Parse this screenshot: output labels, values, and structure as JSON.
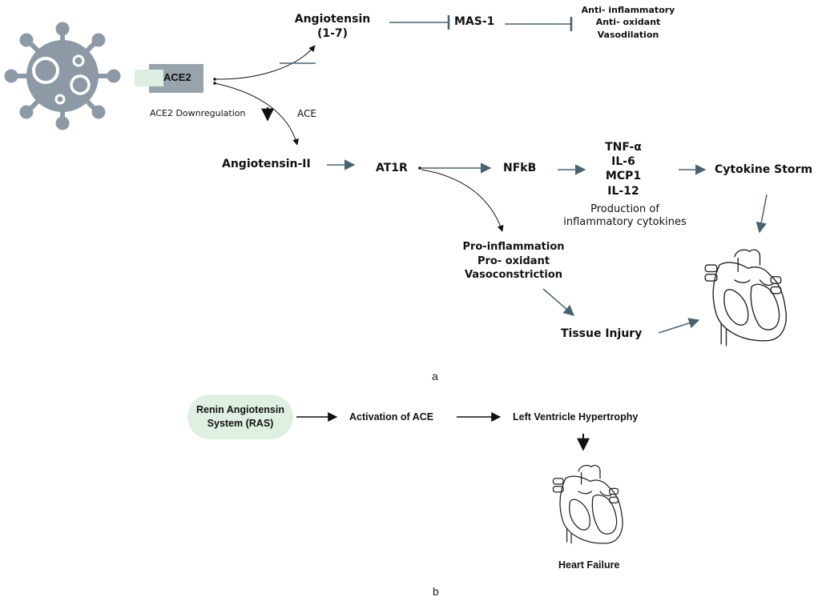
{
  "panel_a": {
    "caption": "a",
    "ace2_label": "ACE2",
    "ace2_downregulation": "ACE2 Downregulation",
    "ace_label": "ACE",
    "angiotensin_1_7": [
      "Angiotensin",
      "(1-7)"
    ],
    "mas1": "MAS-1",
    "mas_effects": [
      "Anti- inflammatory",
      "Anti- oxidant",
      "Vasodilation"
    ],
    "angiotensin_ii": "Angiotensin-II",
    "at1r": "AT1R",
    "nfkb": "NFkB",
    "cytokines": [
      "TNF-α",
      "IL-6",
      "MCP1",
      "IL-12"
    ],
    "cytokine_production": [
      "Production of",
      "inflammatory cytokines"
    ],
    "cytokine_storm": "Cytokine Storm",
    "at1r_effects": [
      "Pro-inflammation",
      "Pro- oxidant",
      "Vasoconstriction"
    ],
    "tissue_injury": "Tissue Injury"
  },
  "panel_b": {
    "caption": "b",
    "ras": [
      "Renin Angiotensin",
      "System (RAS)"
    ],
    "activation_ace": "Activation of ACE",
    "lvh": "Left Ventricle Hypertrophy",
    "heart_failure": "Heart Failure"
  },
  "colors": {
    "virus": "#8d9aa5",
    "ace2_box": "#98a3ab",
    "ace2_tab": "#dcefe2",
    "ras_pill": "#dff0e3",
    "arrow_steel": "#4a6270",
    "arrow_black": "#111111"
  },
  "icons": [
    "virus-icon",
    "heart-icon"
  ]
}
